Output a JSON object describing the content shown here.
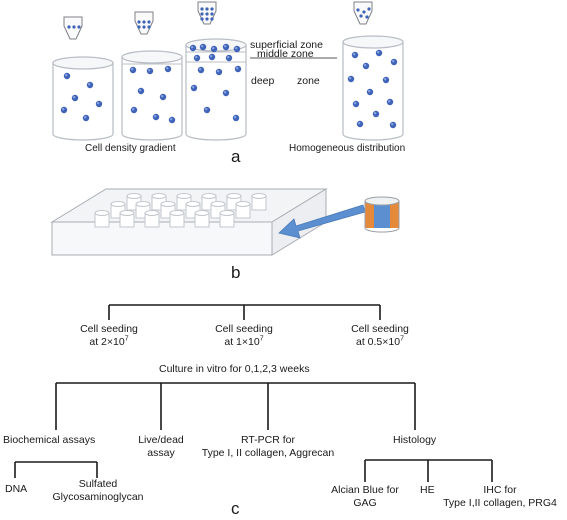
{
  "panel_a": {
    "zone_superficial": "superficial  zone",
    "zone_middle": "middle    zone",
    "zone_deep_1": "deep",
    "zone_deep_2": "zone",
    "caption_left": "Cell density gradient",
    "caption_right": "Homogeneous distribution",
    "letter": "a"
  },
  "panel_b": {
    "letter": "b"
  },
  "panel_c": {
    "seeding": [
      {
        "line1": "Cell seeding",
        "line2_pre": "at 2×10",
        "exp": "7"
      },
      {
        "line1": "Cell seeding",
        "line2_pre": "at 1×10",
        "exp": "7"
      },
      {
        "line1": "Cell seeding",
        "line2_pre": "at 0.5×10",
        "exp": "7"
      }
    ],
    "culture": "Culture in vitro for 0,1,2,3 weeks",
    "biochem": "Biochemical assays",
    "livedead_1": "Live/dead",
    "livedead_2": "assay",
    "rtpcr_1": "RT-PCR for",
    "rtpcr_2": "Type I, II collagen, Aggrecan",
    "histology": "Histology",
    "dna": "DNA",
    "sulfated_1": "Sulfated",
    "sulfated_2": "Glycosaminoglycan",
    "alcian_1": "Alcian Blue for",
    "alcian_2": "GAG",
    "he": "HE",
    "ihc_1": "IHC for",
    "ihc_2": "Type I,II collagen, PRG4",
    "letter": "c"
  },
  "colors": {
    "cell_blue": "#3f63b8",
    "arrow_blue": "#5b8fd0",
    "orange": "#e58a3a",
    "line": "#1a1a1a",
    "cylinder_edge": "#b8bcc4"
  }
}
